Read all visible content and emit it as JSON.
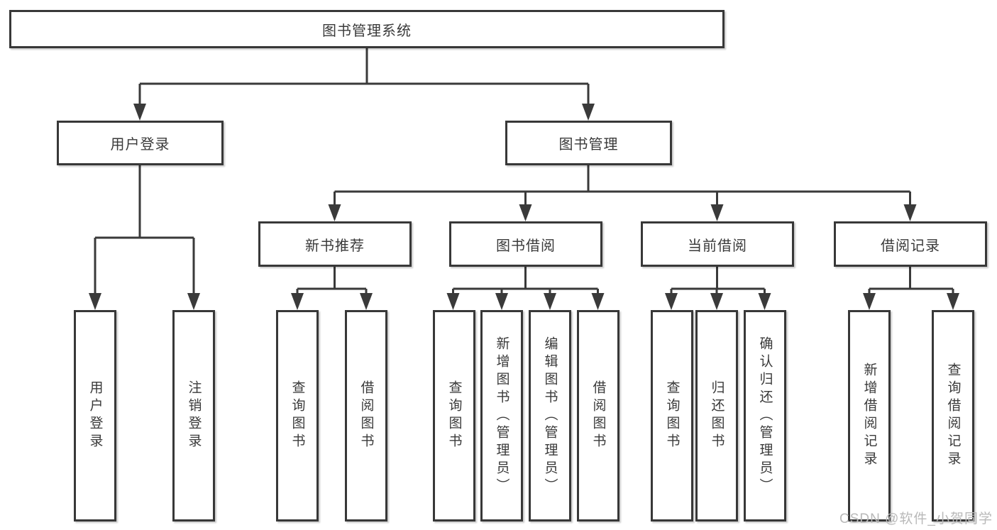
{
  "diagram": {
    "title": "图书管理系统",
    "tree": {
      "label": "图书管理系统",
      "children": [
        {
          "label": "用户登录",
          "children": [
            {
              "label": "用户登录"
            },
            {
              "label": "注销登录"
            }
          ]
        },
        {
          "label": "图书管理",
          "children": [
            {
              "label": "新书推荐",
              "children": [
                {
                  "label": "查询图书"
                },
                {
                  "label": "借阅图书"
                }
              ]
            },
            {
              "label": "图书借阅",
              "children": [
                {
                  "label": "查询图书"
                },
                {
                  "label": "新增图书（管理员）"
                },
                {
                  "label": "编辑图书（管理员）"
                },
                {
                  "label": "借阅图书"
                }
              ]
            },
            {
              "label": "当前借阅",
              "children": [
                {
                  "label": "查询图书"
                },
                {
                  "label": "归还图书"
                },
                {
                  "label": "确认归还（管理员）"
                }
              ]
            },
            {
              "label": "借阅记录",
              "children": [
                {
                  "label": "新增借阅记录"
                },
                {
                  "label": "查询借阅记录"
                }
              ]
            }
          ]
        }
      ]
    },
    "colors": {
      "line": "#3a3a3a",
      "box_border": "#383838",
      "box_fill": "#ffffff",
      "text": "#3a3a3a",
      "watermark": "#b9b9b9",
      "background": "#ffffff"
    }
  },
  "watermark": {
    "text": "CSDN @软件_小贺同学"
  }
}
